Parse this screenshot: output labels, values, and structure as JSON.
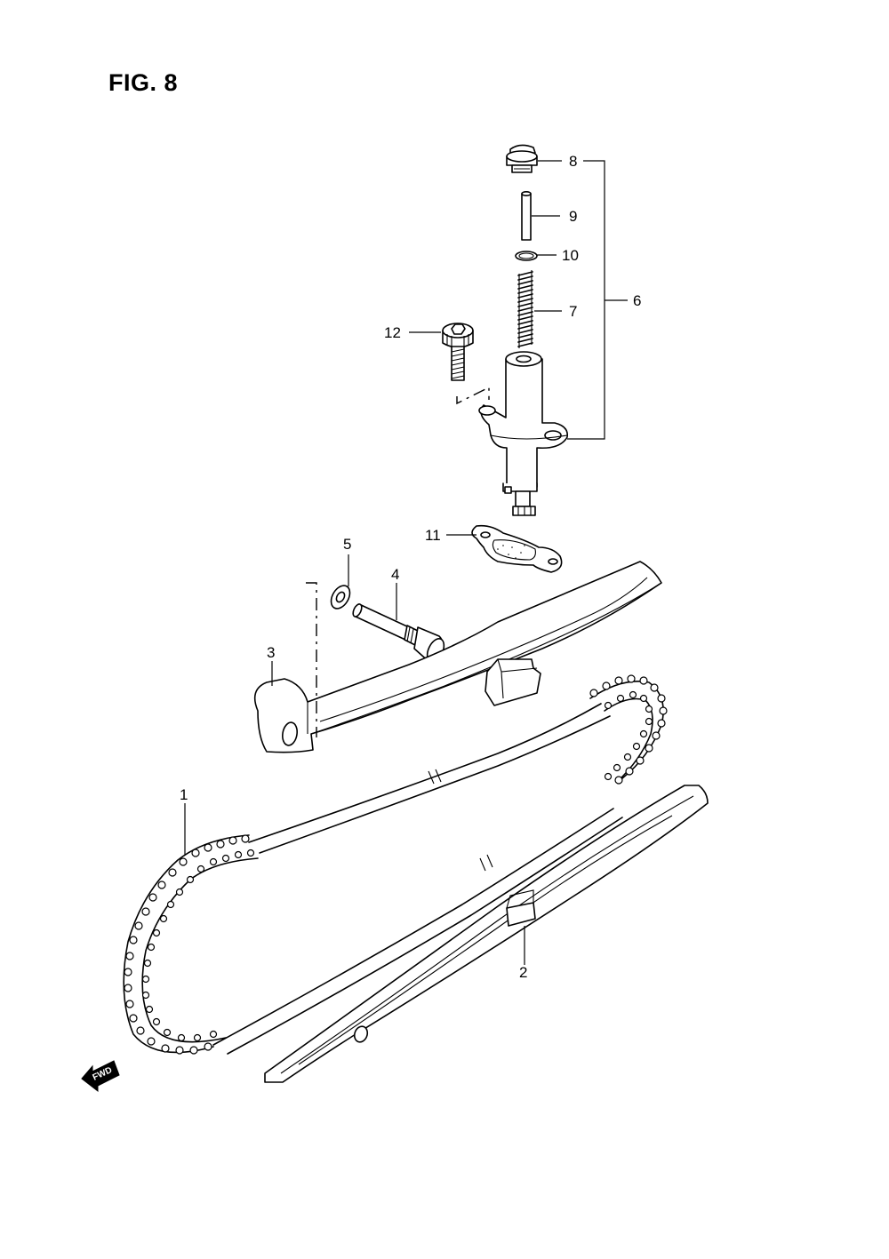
{
  "figure": {
    "title": "FIG. 8"
  },
  "callouts": [
    {
      "id": "1",
      "label": "1"
    },
    {
      "id": "2",
      "label": "2"
    },
    {
      "id": "3",
      "label": "3"
    },
    {
      "id": "4",
      "label": "4"
    },
    {
      "id": "5",
      "label": "5"
    },
    {
      "id": "6",
      "label": "6"
    },
    {
      "id": "7",
      "label": "7"
    },
    {
      "id": "8",
      "label": "8"
    },
    {
      "id": "9",
      "label": "9"
    },
    {
      "id": "10",
      "label": "10"
    },
    {
      "id": "11",
      "label": "11"
    },
    {
      "id": "12",
      "label": "12"
    }
  ],
  "direction_indicator": {
    "label": "FWD",
    "icon": "fwd-arrow-icon"
  }
}
